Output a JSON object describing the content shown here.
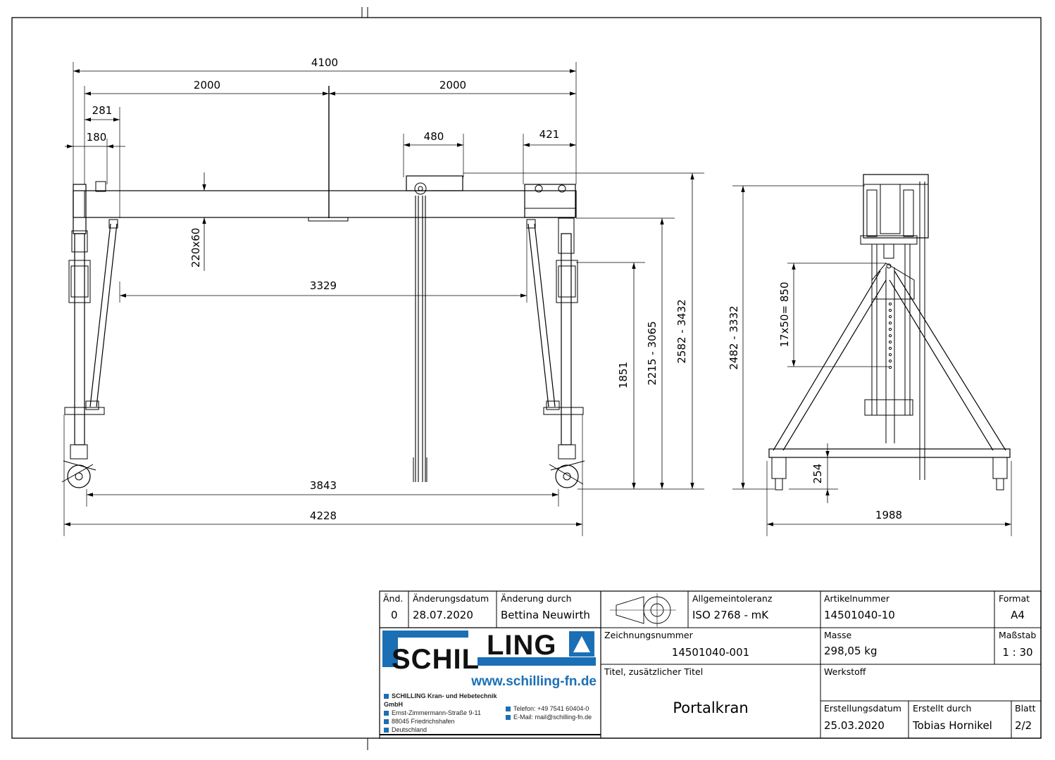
{
  "dimensions": {
    "overall_beam": "4100",
    "half_left": "2000",
    "half_right": "2000",
    "d281": "281",
    "d180": "180",
    "trolley_width": "480",
    "d421": "421",
    "beam_profile": "220x60",
    "inner_span": "3329",
    "wheel_base": "3843",
    "overall_base": "4228",
    "h1851": "1851",
    "h_range1": "2215 - 3065",
    "h_range2": "2582 - 3432",
    "h_range_side": "2482 - 3332",
    "hole_pattern": "17x50= 850",
    "base_height": "254",
    "side_width": "1988"
  },
  "title_block": {
    "rev_header": "Änd.",
    "date_header": "Änderungsdatum",
    "by_header": "Änderung durch",
    "rev_value": "0",
    "date_value": "28.07.2020",
    "by_value": "Bettina Neuwirth",
    "tolerance_label": "Allgemeintoleranz",
    "tolerance_value": "ISO 2768 - mK",
    "article_label": "Artikelnummer",
    "article_value": "14501040-10",
    "format_label": "Format",
    "format_value": "A4",
    "drawing_no_label": "Zeichnungsnummer",
    "drawing_no_value": "14501040-001",
    "mass_label": "Masse",
    "mass_value": "298,05 kg",
    "scale_label": "Maßstab",
    "scale_value": "1 : 30",
    "title_label": "Titel, zusätzlicher Titel",
    "title_value": "Portalkran",
    "material_label": "Werkstoff",
    "created_date_label": "Erstellungsdatum",
    "created_date_value": "25.03.2020",
    "created_by_label": "Erstellt durch",
    "created_by_value": "Tobias Hornikel",
    "sheet_label": "Blatt",
    "sheet_value": "2/2"
  },
  "company": {
    "logo_left": "SCHIL",
    "logo_right": "LING",
    "url": "www.schilling-fn.de",
    "name": "SCHILLING Kran- und Hebetechnik GmbH",
    "street": "Ernst-Zimmermann-Straße 9-11",
    "city": "88045 Friedrichshafen",
    "country": "Deutschland",
    "phone": "Telefon: +49 7541 60404-0",
    "email": "E-Mail: mail@schilling-fn.de",
    "brand_color": "#1b6fb5"
  }
}
